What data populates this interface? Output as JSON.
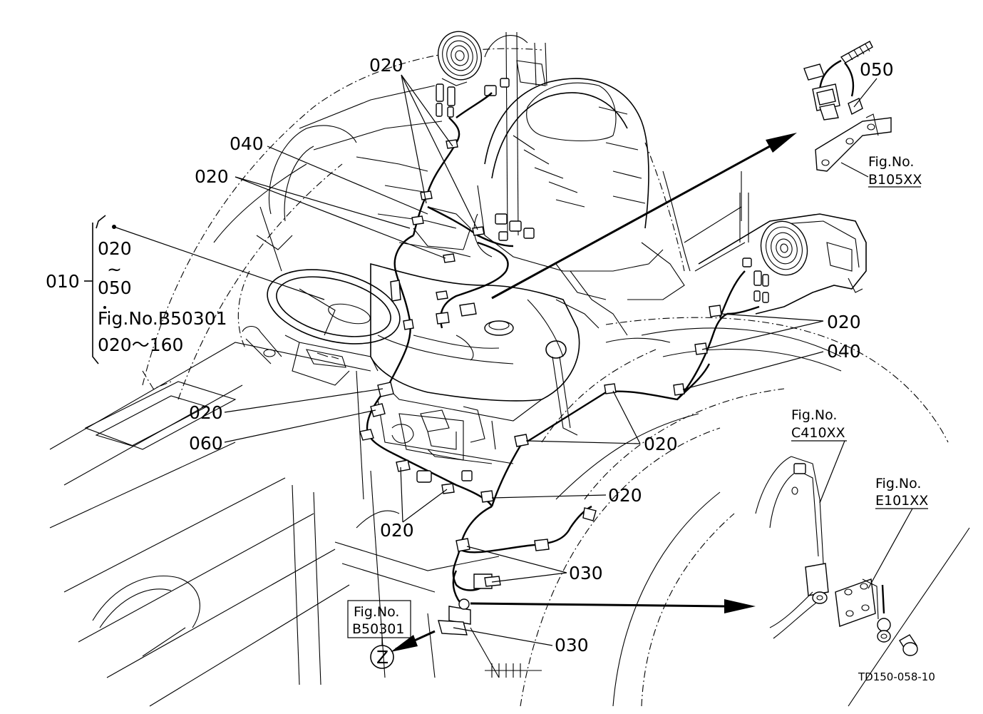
{
  "diagram": {
    "callouts": {
      "c020_top": "020",
      "c040_left": "040",
      "c020_left": "020",
      "c050_top": "050",
      "c020_right": "020",
      "c040_right": "040",
      "c020_mid_left": "020",
      "c060": "060",
      "c020_mid_right": "020",
      "c020_lower_right": "020",
      "c020_bottom": "020",
      "c030_right": "030",
      "c030_bottom": "030"
    },
    "bracket": {
      "main": "010",
      "line1": "020",
      "line2": "~",
      "line3": "050",
      "line4": "Fig.No.B50301",
      "line5": "020～160"
    },
    "fig_refs": {
      "b105_label": "Fig.No.",
      "b105_value": "B105XX",
      "c410_label": "Fig.No.",
      "c410_value": "C410XX",
      "e101_label": "Fig.No.",
      "e101_value": "E101XX",
      "b50301_label": "Fig.No.",
      "b50301_value": "B50301"
    },
    "view_marker": "Z",
    "drawing_code": "TD150-058-10"
  }
}
